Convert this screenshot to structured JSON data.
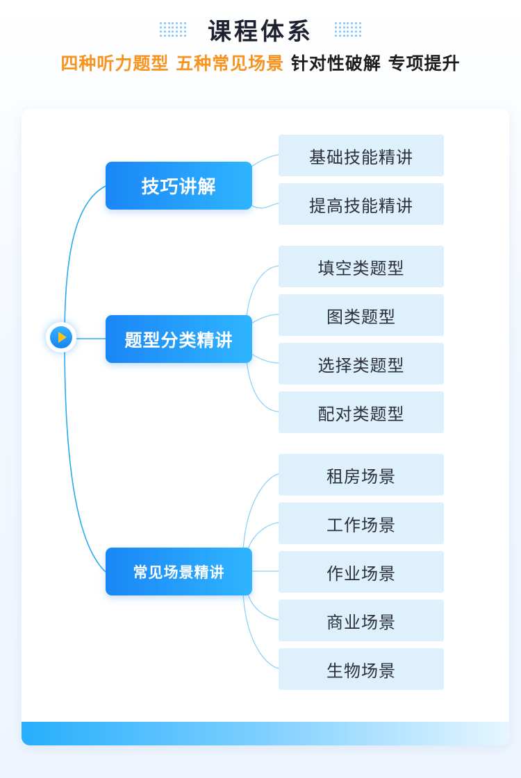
{
  "header": {
    "title": "课程体系",
    "subtitle_orange": "四种听力题型 五种常见场景",
    "subtitle_dark": "针对性破解 专项提升"
  },
  "colors": {
    "accent_blue": "#1a86f6",
    "accent_orange": "#f7931e",
    "leaf_bg": "#ddf0fb"
  },
  "diagram": {
    "root_icon": "play-icon",
    "branches": [
      {
        "label": "技巧讲解",
        "children": [
          "基础技能精讲",
          "提高技能精讲"
        ]
      },
      {
        "label": "题型分类精讲",
        "children": [
          "填空类题型",
          "图类题型",
          "选择类题型",
          "配对类题型"
        ]
      },
      {
        "label": "常见场景精讲",
        "children": [
          "租房场景",
          "工作场景",
          "作业场景",
          "商业场景",
          "生物场景"
        ]
      }
    ]
  }
}
